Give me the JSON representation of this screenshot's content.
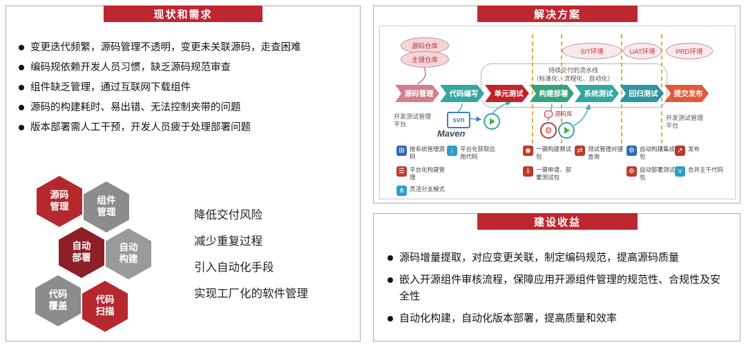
{
  "page": {
    "accent_red": "#bf2730"
  },
  "left_panel": {
    "title": "现状和需求",
    "bullets": [
      "变更迭代频繁，源码管理不透明，变更未关联源码，走查困难",
      "编码规依赖开发人员习惯，缺乏源码规范审查",
      "组件缺乏管理，通过互联网下载组件",
      "源码的构建耗时、易出错、无法控制夹带的问题",
      "版本部署需人工干预，开发人员疲于处理部署问题"
    ],
    "hexagons": [
      {
        "label": "源码管理",
        "color": "#b5282d"
      },
      {
        "label": "组件管理",
        "color": "#8c8c8c"
      },
      {
        "label": "自动部署",
        "color": "#8f1f26"
      },
      {
        "label": "自动构建",
        "color": "#9a9a9a"
      },
      {
        "label": "代码覆盖",
        "color": "#8c8c8c"
      },
      {
        "label": "代码扫描",
        "color": "#b5282d"
      }
    ],
    "goals": [
      "降低交付风险",
      "减少重复过程",
      "引入自动化手段",
      "实现工厂化的软件管理"
    ]
  },
  "solution": {
    "title": "解决方案",
    "repos": [
      {
        "label": "源码仓库"
      },
      {
        "label": "主键仓库"
      }
    ],
    "environments": [
      {
        "label": "SIT环境"
      },
      {
        "label": "UAT环境"
      },
      {
        "label": "PRD环境"
      }
    ],
    "pipeline_title": "持续交付的流水线",
    "pipeline_subtitle": "（标准化、流程化、自动化）",
    "stages": [
      {
        "label": "源码管理",
        "color": "#d4808c"
      },
      {
        "label": "代码编写",
        "color": "#35a7a1"
      },
      {
        "label": "单元测试",
        "color": "#c0242c"
      },
      {
        "label": "构建部署",
        "color": "#37a37e"
      },
      {
        "label": "系统测试",
        "color": "#35a7a1"
      },
      {
        "label": "回归测试",
        "color": "#2d96a0"
      },
      {
        "label": "提交发布",
        "color": "#df5a3a"
      }
    ],
    "platform_left": "开发测试管理平台",
    "platform_right": "开发测试管理平台",
    "svn_label": "svn",
    "maven_label": "Maven",
    "source_lib_label": "源码库",
    "legend": [
      {
        "label": "按系统管理源码",
        "color": "#2e6db4",
        "glyph": "⊞"
      },
      {
        "label": "平台化获取应用代码",
        "color": "#2f9ec7",
        "glyph": "↓"
      },
      {
        "label": "一键构建测试包",
        "color": "#c0392b",
        "glyph": "◉"
      },
      {
        "label": "测试管理对接查询",
        "color": "#c0392b",
        "glyph": "⇄"
      },
      {
        "label": "自动构建集成包",
        "color": "#2e6db4",
        "glyph": "⚙"
      },
      {
        "label": "发布",
        "color": "#c0392b",
        "glyph": "↗"
      },
      {
        "label": "平台化构建管理",
        "color": "#c0392b",
        "glyph": "☰"
      },
      {
        "label": "一键申请、部署测试包",
        "color": "#c0392b",
        "glyph": "⇩"
      },
      {
        "label": "自动部署测试包",
        "color": "#c0392b",
        "glyph": "⚙"
      },
      {
        "label": "合并主干代码",
        "color": "#2f9ec7",
        "glyph": "⋎"
      },
      {
        "label": "灵活分支模式",
        "color": "#2f9ec7",
        "glyph": "⋔"
      }
    ]
  },
  "benefits": {
    "title": "建设收益",
    "bullets": [
      "源码增量提取，对应变更关联，制定编码规范，提高源码质量",
      "嵌入开源组件审核流程，保障应用开源组件管理的规范性、合规性及安全性",
      "自动化构建，自动化版本部署，提高质量和效率"
    ]
  }
}
